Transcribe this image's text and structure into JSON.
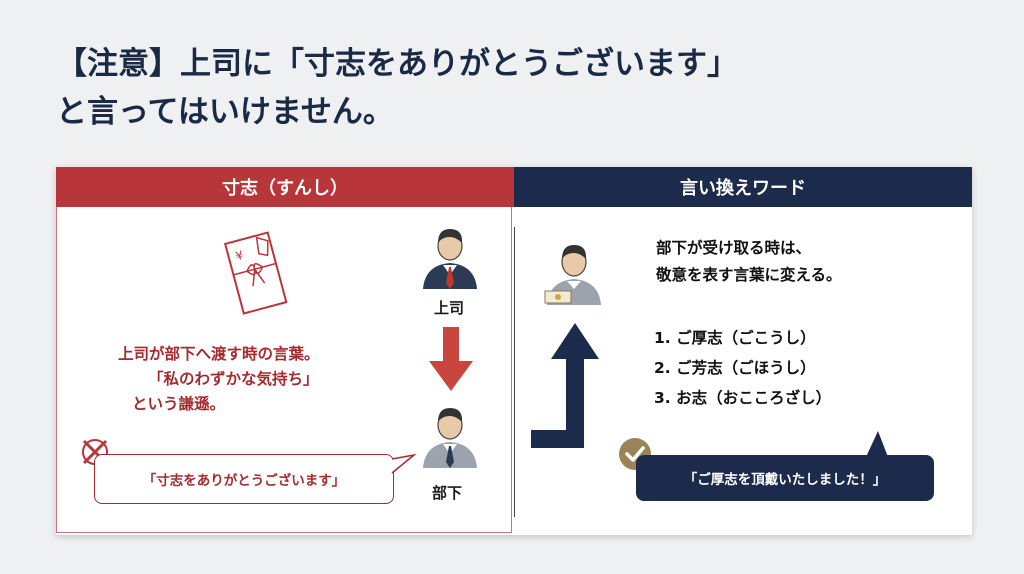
{
  "headline": {
    "line1": "【注意】上司に「寸志をありがとうございます」",
    "line2": "と言ってはいけません。"
  },
  "left_panel": {
    "header": "寸志（すんし）",
    "superior_label": "上司",
    "subordinate_label": "部下",
    "explanation": [
      "上司が部下へ渡す時の言葉。",
      "「私のわずかな気持ち」",
      "という謙遜。"
    ],
    "wrong_phrase": "「寸志をありがとうございます」",
    "envelope_symbol": "¥"
  },
  "right_panel": {
    "header": "言い換えワード",
    "explanation": [
      "部下が受け取る時は、",
      "敬意を表す言葉に変える。"
    ],
    "alternatives": [
      "1.  ご厚志（ごこうし）",
      "2.  ご芳志（ごほうし）",
      "3.  お志（おこころざし）"
    ],
    "correct_phrase": "「ご厚志を頂戴いたしました！」"
  },
  "colors": {
    "red": "#b8363a",
    "navy": "#1c2b4b",
    "check_gold": "#9a8457"
  },
  "icons": [
    "envelope-icon",
    "businessman-icon",
    "down-arrow-icon",
    "cross-mark-icon",
    "up-arrow-icon",
    "check-icon"
  ]
}
